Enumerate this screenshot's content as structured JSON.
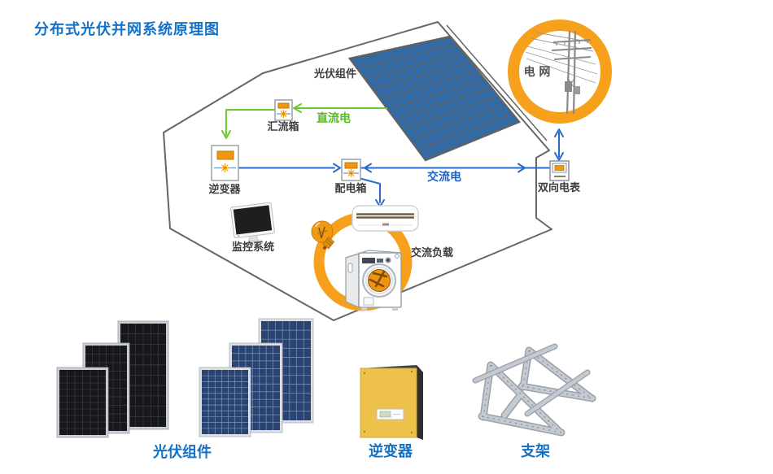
{
  "title": "分布式光伏并网系统原理图",
  "diagram": {
    "labels": {
      "pv_module": "光伏组件",
      "combiner_box": "汇流箱",
      "dc_power": "直流电",
      "inverter": "逆变器",
      "distribution_box": "配电箱",
      "ac_power": "交流电",
      "bidirectional_meter": "双向电表",
      "grid": "电 网",
      "monitoring_system": "监控系统",
      "ac_load": "交流负载"
    },
    "connections": [
      {
        "from": "光伏组件",
        "to": "汇流箱",
        "type": "直流电"
      },
      {
        "from": "汇流箱",
        "to": "逆变器",
        "type": "直流电"
      },
      {
        "from": "逆变器",
        "to": "配电箱",
        "type": "交流电"
      },
      {
        "from": "配电箱",
        "to": "双向电表",
        "type": "交流电",
        "bidirectional": true
      },
      {
        "from": "双向电表",
        "to": "电网",
        "type": "交流电",
        "bidirectional": true
      },
      {
        "from": "配电箱",
        "to": "交流负载",
        "type": "交流电"
      }
    ]
  },
  "products": {
    "pv_module_label": "光伏组件",
    "inverter_label": "逆变器",
    "bracket_label": "支架"
  },
  "colors": {
    "title_blue": "#1272c8",
    "dc_green": "#6cc832",
    "ac_blue": "#2a6bc8",
    "accent_orange": "#f5a01a",
    "panel_blue": "#2f6aa9"
  }
}
